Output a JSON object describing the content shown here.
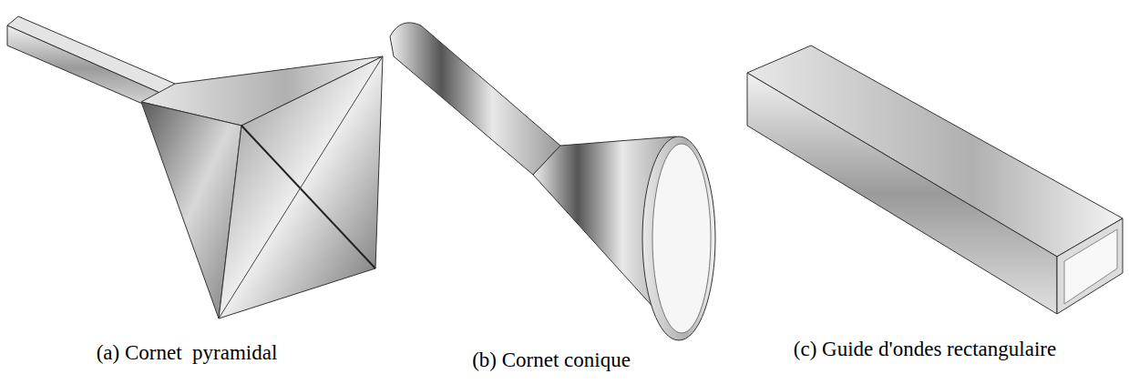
{
  "diagram": {
    "labels": [
      "(a) Cornet  pyramidal",
      "(b) Cornet conique",
      "(c) Guide d'ondes rectangulaire"
    ]
  }
}
